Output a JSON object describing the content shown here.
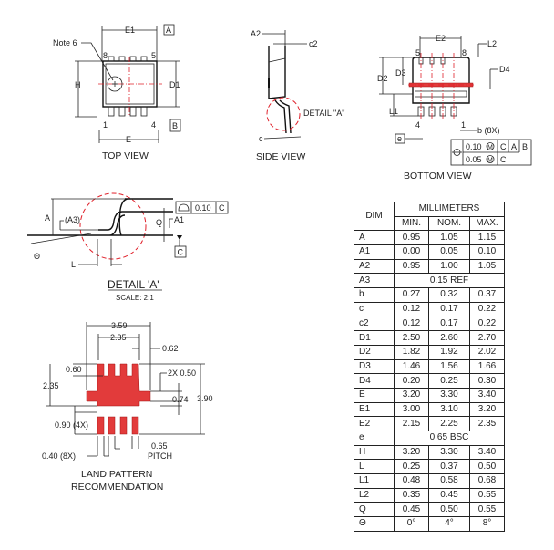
{
  "top_view": {
    "title": "TOP VIEW",
    "note": "Note 6",
    "e1": "E1",
    "e": "E",
    "h": "H",
    "d1": "D1",
    "datum_a": "A",
    "datum_b": "B",
    "pin8": "8",
    "pin5": "5",
    "pin1": "1",
    "pin4": "4"
  },
  "side_view": {
    "title": "SIDE VIEW",
    "a2": "A2",
    "c2": "c2",
    "c": "c",
    "detail": "DETAIL \"A\""
  },
  "bottom_view": {
    "title": "BOTTOM VIEW",
    "e2": "E2",
    "l2": "L2",
    "d2": "D2",
    "d3": "D3",
    "d4": "D4",
    "l1": "L1",
    "pin5": "5",
    "pin8": "8",
    "pin4": "4",
    "pin1": "1",
    "b": "b (8X)",
    "e": "e",
    "fcf": {
      "row1": {
        "tol": "0.10",
        "mod": "M",
        "refs": [
          "C",
          "A",
          "B"
        ]
      },
      "row2": {
        "tol": "0.05",
        "mod": "M",
        "refs": [
          "C"
        ]
      }
    }
  },
  "detail_a": {
    "title": "DETAIL 'A'",
    "scale": "SCALE: 2:1",
    "a": "A",
    "a3": "(A3)",
    "a1": "A1",
    "q": "Q",
    "l": "L",
    "theta": "Θ",
    "flatness": "0.10",
    "datum_c": "C"
  },
  "land_pattern": {
    "title1": "LAND PATTERN",
    "title2": "RECOMMENDATION",
    "d359": "3.59",
    "d235a": "2.35",
    "d062": "0.62",
    "d060": "0.60",
    "d235b": "2.35",
    "d050": "2X 0.50",
    "d074": "0.74",
    "d390": "3.90",
    "d090": "0.90 (4X)",
    "d040": "0.40 (8X)",
    "d065": "0.65",
    "pitch": "PITCH"
  },
  "table": {
    "header": {
      "dim": "DIM",
      "unit": "MILLIMETERS",
      "min": "MIN.",
      "nom": "NOM.",
      "max": "MAX."
    },
    "rows": [
      [
        "A",
        "0.95",
        "1.05",
        "1.15"
      ],
      [
        "A1",
        "0.00",
        "0.05",
        "0.10"
      ],
      [
        "A2",
        "0.95",
        "1.00",
        "1.05"
      ],
      [
        "A3",
        "0.15 REF"
      ],
      [
        "b",
        "0.27",
        "0.32",
        "0.37"
      ],
      [
        "c",
        "0.12",
        "0.17",
        "0.22"
      ],
      [
        "c2",
        "0.12",
        "0.17",
        "0.22"
      ],
      [
        "D1",
        "2.50",
        "2.60",
        "2.70"
      ],
      [
        "D2",
        "1.82",
        "1.92",
        "2.02"
      ],
      [
        "D3",
        "1.46",
        "1.56",
        "1.66"
      ],
      [
        "D4",
        "0.20",
        "0.25",
        "0.30"
      ],
      [
        "E",
        "3.20",
        "3.30",
        "3.40"
      ],
      [
        "E1",
        "3.00",
        "3.10",
        "3.20"
      ],
      [
        "E2",
        "2.15",
        "2.25",
        "2.35"
      ],
      [
        "e",
        "0.65 BSC"
      ],
      [
        "H",
        "3.20",
        "3.30",
        "3.40"
      ],
      [
        "L",
        "0.25",
        "0.37",
        "0.50"
      ],
      [
        "L1",
        "0.48",
        "0.58",
        "0.68"
      ],
      [
        "L2",
        "0.35",
        "0.45",
        "0.55"
      ],
      [
        "Q",
        "0.45",
        "0.50",
        "0.55"
      ],
      [
        "Θ",
        "0°",
        "4°",
        "8°"
      ]
    ]
  }
}
